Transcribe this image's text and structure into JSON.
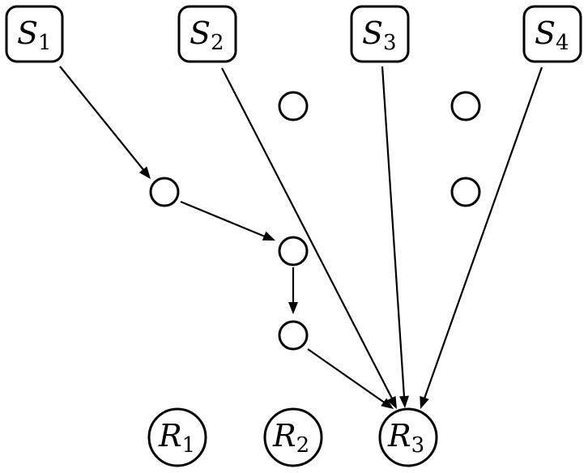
{
  "nodes": {
    "s1": {
      "label": "S",
      "sub": "1"
    },
    "s2": {
      "label": "S",
      "sub": "2"
    },
    "s3": {
      "label": "S",
      "sub": "3"
    },
    "s4": {
      "label": "S",
      "sub": "4"
    },
    "r1": {
      "label": "R",
      "sub": "1"
    },
    "r2": {
      "label": "R",
      "sub": "2"
    },
    "r3": {
      "label": "R",
      "sub": "3"
    }
  },
  "edges": [
    {
      "from": "s1",
      "to": "relay-a"
    },
    {
      "from": "relay-a",
      "to": "relay-b"
    },
    {
      "from": "relay-b",
      "to": "relay-c"
    },
    {
      "from": "relay-c",
      "to": "r3"
    },
    {
      "from": "s2",
      "to": "r3"
    },
    {
      "from": "s3",
      "to": "r3"
    },
    {
      "from": "s4",
      "to": "r3"
    }
  ]
}
